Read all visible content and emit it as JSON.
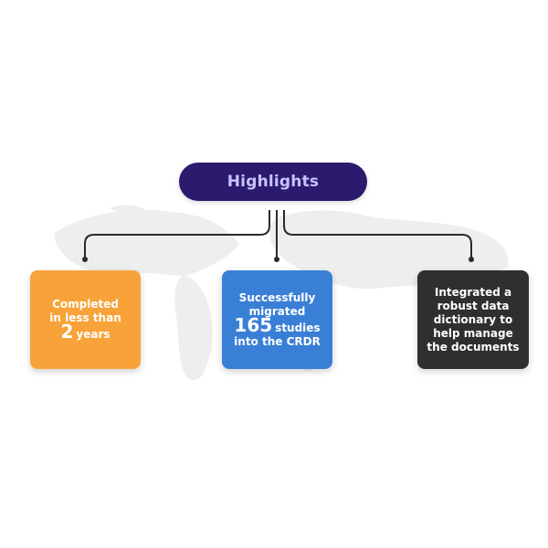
{
  "title": "Highlights",
  "colors": {
    "title_bg": "#2b1a6e",
    "title_text": "#c9c2ff",
    "card_orange": "#f7a33a",
    "card_blue": "#3a7fd6",
    "card_dark": "#2f2f31",
    "connector": "#2a2a2a",
    "map": "#ececec"
  },
  "cards": [
    {
      "lines": [
        "Completed",
        "in less than"
      ],
      "big_number": "2",
      "after_number": "years",
      "trailing_lines": []
    },
    {
      "lines": [
        "Successfully",
        "migrated"
      ],
      "big_number": "165",
      "after_number": "studies",
      "trailing_lines": [
        "into the CRDR"
      ]
    },
    {
      "lines": [
        "Integrated a",
        "robust data",
        "dictionary to",
        "help manage",
        "the documents"
      ]
    }
  ]
}
